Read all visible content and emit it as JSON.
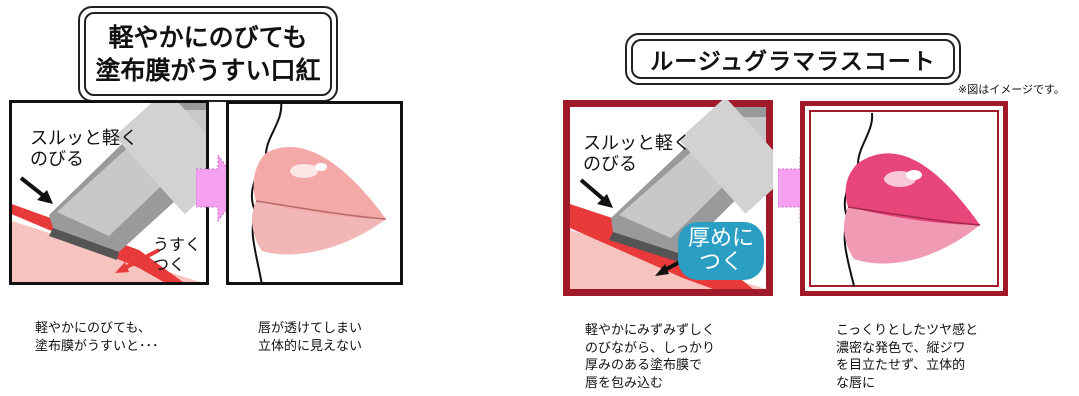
{
  "left": {
    "title": "軽やかにのびても\n塗布膜がうすい口紅",
    "label_glide": "スルッと軽く\nのびる",
    "label_thin": "うすく\nつく",
    "caption_applicator": "軽やかにのびても、\n塗布膜がうすいと･･･",
    "caption_lips": "唇が透けてしまい\n立体的に見えない"
  },
  "right": {
    "title": "ルージュグラマラスコート",
    "note": "※図はイメージです。",
    "label_glide": "スルッと軽く\nのびる",
    "bubble": "厚めに\nつく",
    "caption_applicator": "軽やかにみずみずしく\nのびながら、しっかり\n厚みのある塗布膜で\n唇を包み込む",
    "caption_lips": "こっくりとしたツヤ感と\n濃密な発色で、縦ジワ\nを目立たせず、立体的\nな唇に"
  },
  "colors": {
    "frame_left": "#111111",
    "frame_right": "#a01a2a",
    "arrow_pink": "#f6a0f0",
    "lip_left": "#f4a8a8",
    "lip_right": "#e8457a",
    "bubble": "#2b9fc3"
  }
}
